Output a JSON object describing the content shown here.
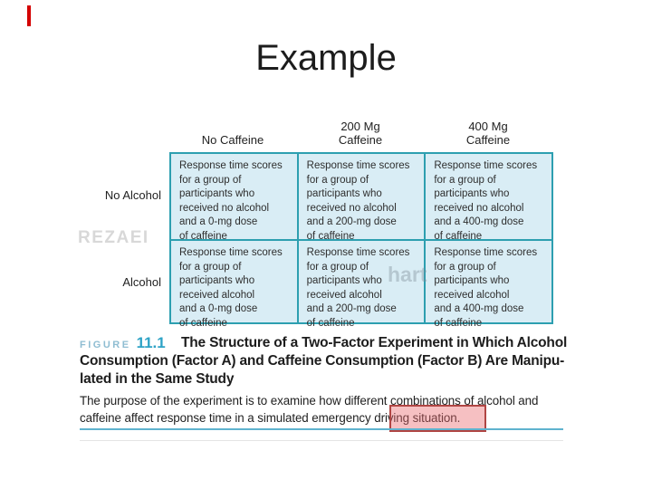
{
  "slide": {
    "title": "Example"
  },
  "figure": {
    "column_headers": [
      "No Caffeine",
      "200 Mg\nCaffeine",
      "400 Mg\nCaffeine"
    ],
    "row_labels": [
      "No Alcohol",
      "Alcohol"
    ],
    "cells": [
      [
        "Response time scores\nfor a group of\nparticipants who\nreceived no alcohol\nand a 0-mg dose\nof caffeine",
        "Response time scores\nfor a group of\nparticipants who\nreceived no alcohol\nand a 200-mg dose\nof caffeine",
        "Response time scores\nfor a group of\nparticipants who\nreceived no alcohol\nand a 400-mg dose\nof caffeine"
      ],
      [
        "Response time scores\nfor a group of\nparticipants who\nreceived alcohol\nand a 0-mg dose\nof caffeine",
        "Response time scores\nfor a group of\nparticipants who\nreceived alcohol\nand a 200-mg dose\nof caffeine",
        "Response time scores\nfor a group of\nparticipants who\nreceived alcohol\nand a 400-mg dose\nof caffeine"
      ]
    ],
    "caption": {
      "label": "FIGURE",
      "number": "11.1",
      "text": "The Structure of a Two-Factor Experiment in Which Alcohol\nConsumption (Factor A) and Caffeine Consumption (Factor B) Are Manipu-\nlated in the Same Study"
    },
    "body": "The purpose of the experiment is to examine how different combinations of alcohol and\ncaffeine affect response time in a simulated emergency driving situation.",
    "highlight_text": "driving situation."
  },
  "watermarks": {
    "reviewer": "REZAEI",
    "ghost_fragment": "hart"
  },
  "colors": {
    "table_border": "#2d9fb0",
    "cell_fill": "#d9edf5",
    "figure_label": "#8fbdd2",
    "figure_number": "#2ea3c6",
    "rule_teal": "#5fb3cf",
    "highlight_fill": "#f0a2a5",
    "highlight_border": "#b04543",
    "caret_red": "#d40000",
    "watermark_gray": "#d8d8d8"
  }
}
